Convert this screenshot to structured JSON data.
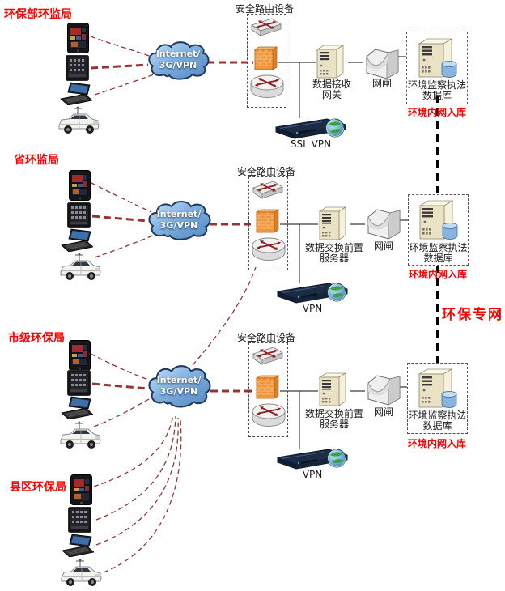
{
  "shared": {
    "security_box_title": "安全路由设备",
    "cloud_line1": "Internet/",
    "cloud_line2": "3G/VPN",
    "gateway_label": "网闸",
    "database_line1": "环境监察执法",
    "database_line2": "数据库",
    "internal_note": "环境内网入库",
    "private_network_label": "环保专网"
  },
  "tiers": [
    {
      "org_label": "环保部环监局",
      "server_line1": "数据接收",
      "server_line2": "网关",
      "vpn_label": "SSL VPN"
    },
    {
      "org_label": "省环监局",
      "server_line1": "数据交换前置",
      "server_line2": "服务器",
      "vpn_label": "VPN"
    },
    {
      "org_label": "市级环保局",
      "server_line1": "数据交换前置",
      "server_line2": "服务器",
      "vpn_label": "VPN"
    },
    {
      "org_label": "县区环保局"
    }
  ],
  "icon_names": [
    "smartphone-icon",
    "tablet-icon",
    "laptop-icon",
    "enforcement-vehicle-icon",
    "internet-cloud-icon",
    "switch-icon",
    "firewall-icon",
    "router-icon",
    "server-icon",
    "isolation-gate-icon",
    "database-server-icon",
    "vpn-appliance-icon",
    "globe-icon"
  ],
  "colors": {
    "org_label": "#ff0000",
    "internal_note": "#ff0000",
    "dashed_link": "#993333",
    "backbone_line": "#000000",
    "cloud_fill": "#6f9fd8",
    "firewall": "#f0953a",
    "server_body": "#e9e2c4",
    "database_cylinder": "#8ab4e0"
  }
}
